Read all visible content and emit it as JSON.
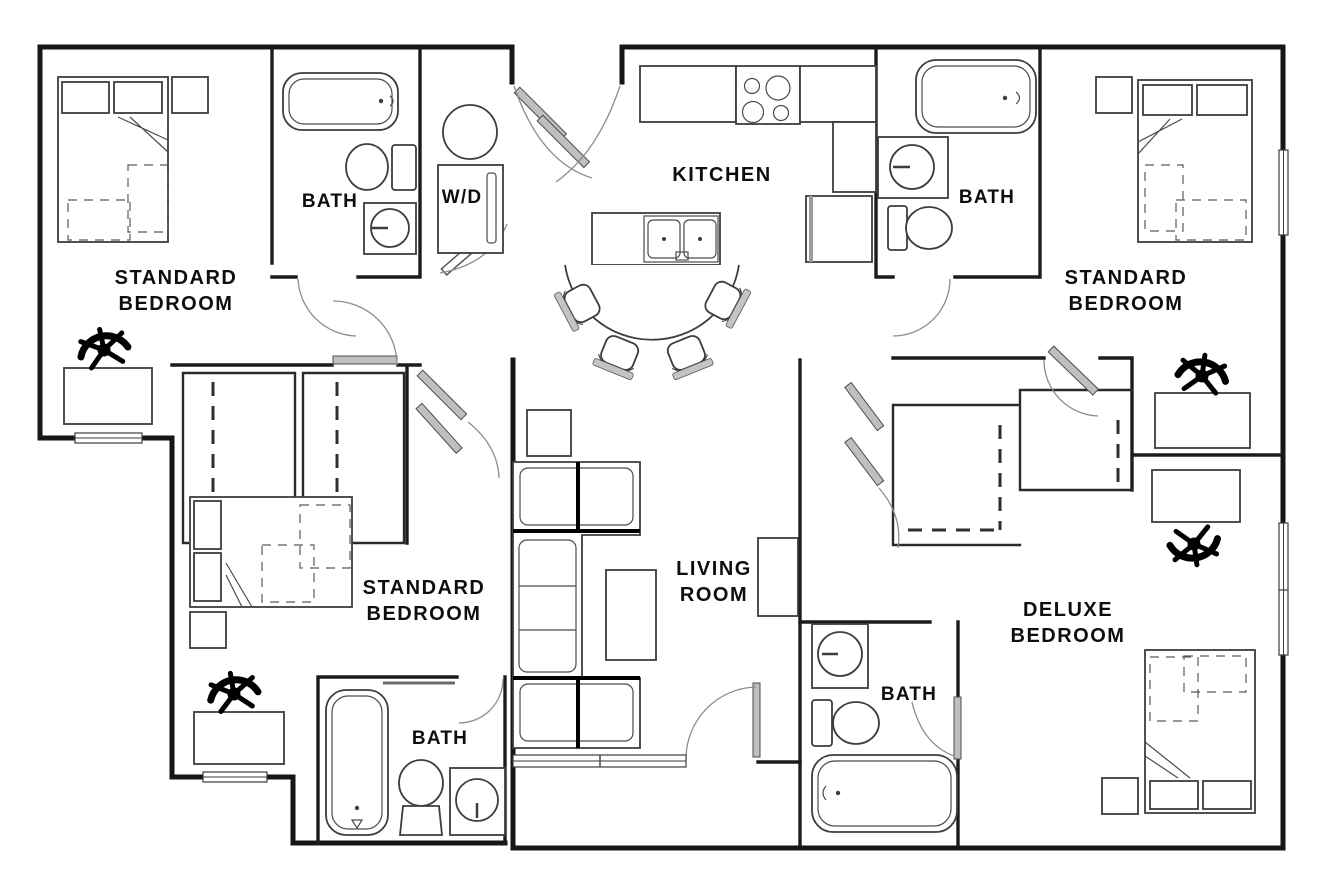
{
  "plan": {
    "rooms": {
      "bedroom_top_left": {
        "name_line1": "STANDARD",
        "name_line2": "BEDROOM"
      },
      "bedroom_top_right": {
        "name_line1": "STANDARD",
        "name_line2": "BEDROOM"
      },
      "bedroom_bottom_left": {
        "name_line1": "STANDARD",
        "name_line2": "BEDROOM"
      },
      "bedroom_deluxe": {
        "name_line1": "DELUXE",
        "name_line2": "BEDROOM"
      },
      "living_room": {
        "name_line1": "LIVING",
        "name_line2": "ROOM"
      },
      "kitchen": {
        "name": "KITCHEN"
      },
      "bath_top_left": {
        "name": "BATH"
      },
      "bath_top_right": {
        "name": "BATH"
      },
      "bath_bottom_left": {
        "name": "BATH"
      },
      "bath_deluxe": {
        "name": "BATH"
      },
      "laundry_closet": {
        "name": "W/D"
      }
    },
    "style": {
      "wall_color": "#161616",
      "furniture_line_color": "#3d3d3d",
      "door_panel_color": "#bfbfbf",
      "background": "#ffffff"
    }
  }
}
